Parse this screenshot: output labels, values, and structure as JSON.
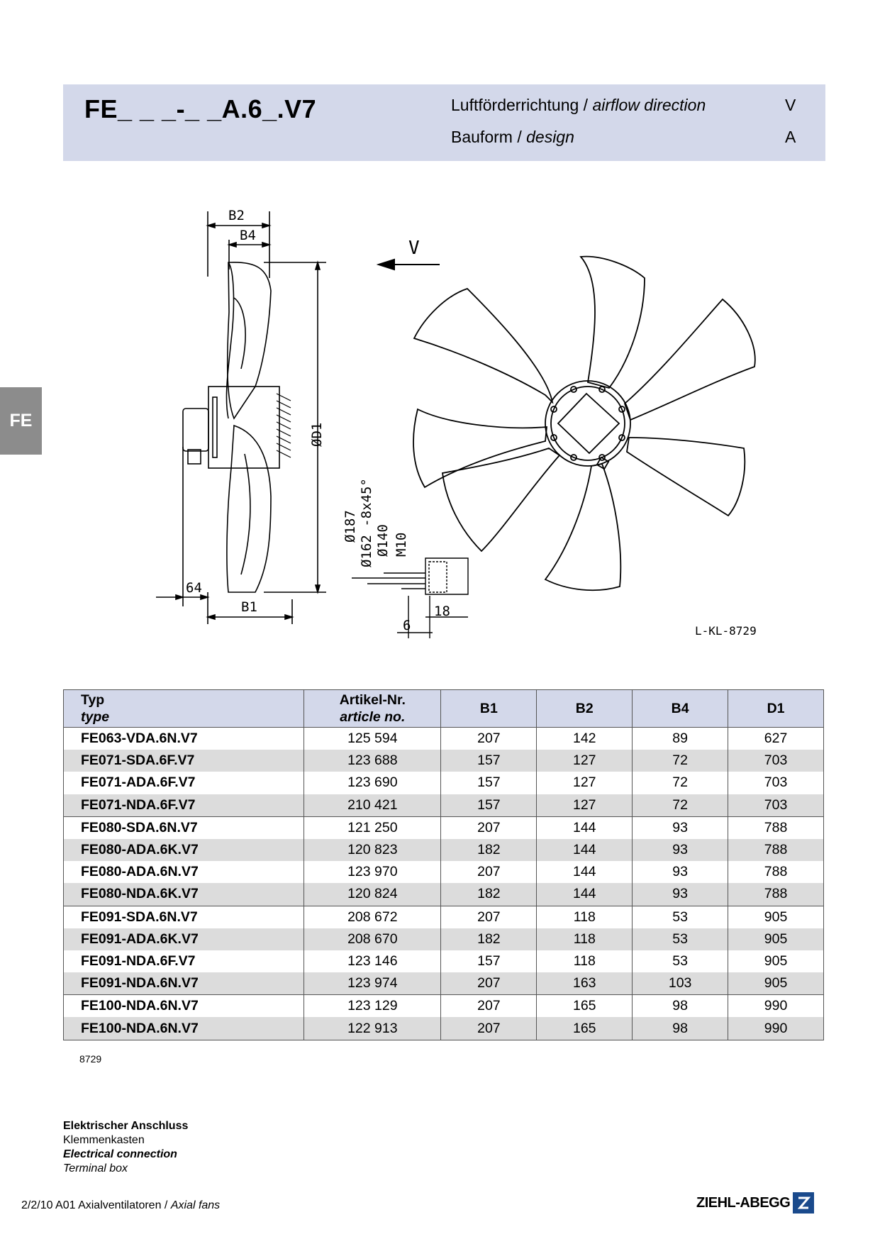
{
  "header": {
    "model": "FE_ _ _-_ _A.6_.V7",
    "airflow_label_de": "Luftförderrichtung / ",
    "airflow_label_en": "airflow direction",
    "airflow_value": "V",
    "design_label_de": "Bauform  / ",
    "design_label_en": "design",
    "design_value": "A"
  },
  "side_tab": "FE",
  "drawing": {
    "dim_b2": "B2",
    "dim_b4": "B4",
    "dim_b1": "B1",
    "dim_64": "64",
    "dim_d1": "ØD1",
    "dim_187": "Ø187",
    "dim_162": "Ø162 -8x45°",
    "dim_140": "Ø140",
    "dim_m10": "M10",
    "dim_18": "18",
    "dim_6": "6",
    "airflow_arrow": "V",
    "drawing_id": "L-KL-8729"
  },
  "table": {
    "headers": {
      "typ_de": "Typ",
      "typ_en": "type",
      "art_de": "Artikel-Nr.",
      "art_en": "article no.",
      "b1": "B1",
      "b2": "B2",
      "b4": "B4",
      "d1": "D1"
    },
    "rows": [
      {
        "type": "FE063-VDA.6N.V7",
        "article": "125 594",
        "b1": "207",
        "b2": "142",
        "b4": "89",
        "d1": "627"
      },
      {
        "type": "FE071-SDA.6F.V7",
        "article": "123 688",
        "b1": "157",
        "b2": "127",
        "b4": "72",
        "d1": "703"
      },
      {
        "type": "FE071-ADA.6F.V7",
        "article": "123 690",
        "b1": "157",
        "b2": "127",
        "b4": "72",
        "d1": "703"
      },
      {
        "type": "FE071-NDA.6F.V7",
        "article": "210 421",
        "b1": "157",
        "b2": "127",
        "b4": "72",
        "d1": "703"
      },
      {
        "type": "FE080-SDA.6N.V7",
        "article": "121 250",
        "b1": "207",
        "b2": "144",
        "b4": "93",
        "d1": "788"
      },
      {
        "type": "FE080-ADA.6K.V7",
        "article": "120 823",
        "b1": "182",
        "b2": "144",
        "b4": "93",
        "d1": "788"
      },
      {
        "type": "FE080-ADA.6N.V7",
        "article": "123 970",
        "b1": "207",
        "b2": "144",
        "b4": "93",
        "d1": "788"
      },
      {
        "type": "FE080-NDA.6K.V7",
        "article": "120 824",
        "b1": "182",
        "b2": "144",
        "b4": "93",
        "d1": "788"
      },
      {
        "type": "FE091-SDA.6N.V7",
        "article": "208 672",
        "b1": "207",
        "b2": "118",
        "b4": "53",
        "d1": "905"
      },
      {
        "type": "FE091-ADA.6K.V7",
        "article": "208 670",
        "b1": "182",
        "b2": "118",
        "b4": "53",
        "d1": "905"
      },
      {
        "type": "FE091-NDA.6F.V7",
        "article": "123 146",
        "b1": "157",
        "b2": "118",
        "b4": "53",
        "d1": "905"
      },
      {
        "type": "FE091-NDA.6N.V7",
        "article": "123 974",
        "b1": "207",
        "b2": "163",
        "b4": "103",
        "d1": "905"
      },
      {
        "type": "FE100-NDA.6N.V7",
        "article": "123 129",
        "b1": "207",
        "b2": "165",
        "b4": "98",
        "d1": "990"
      },
      {
        "type": "FE100-NDA.6N.V7",
        "article": "122 913",
        "b1": "207",
        "b2": "165",
        "b4": "98",
        "d1": "990"
      }
    ],
    "note": "8729"
  },
  "electrical": {
    "title_de": "Elektrischer Anschluss",
    "sub_de": "Klemmenkasten",
    "title_en": "Electrical connection",
    "sub_en": "Terminal box"
  },
  "footer": {
    "text": "2/2/10  A01 Axialventilatoren / ",
    "text_en": "Axial fans",
    "brand": "ZIEHL-ABEGG"
  }
}
